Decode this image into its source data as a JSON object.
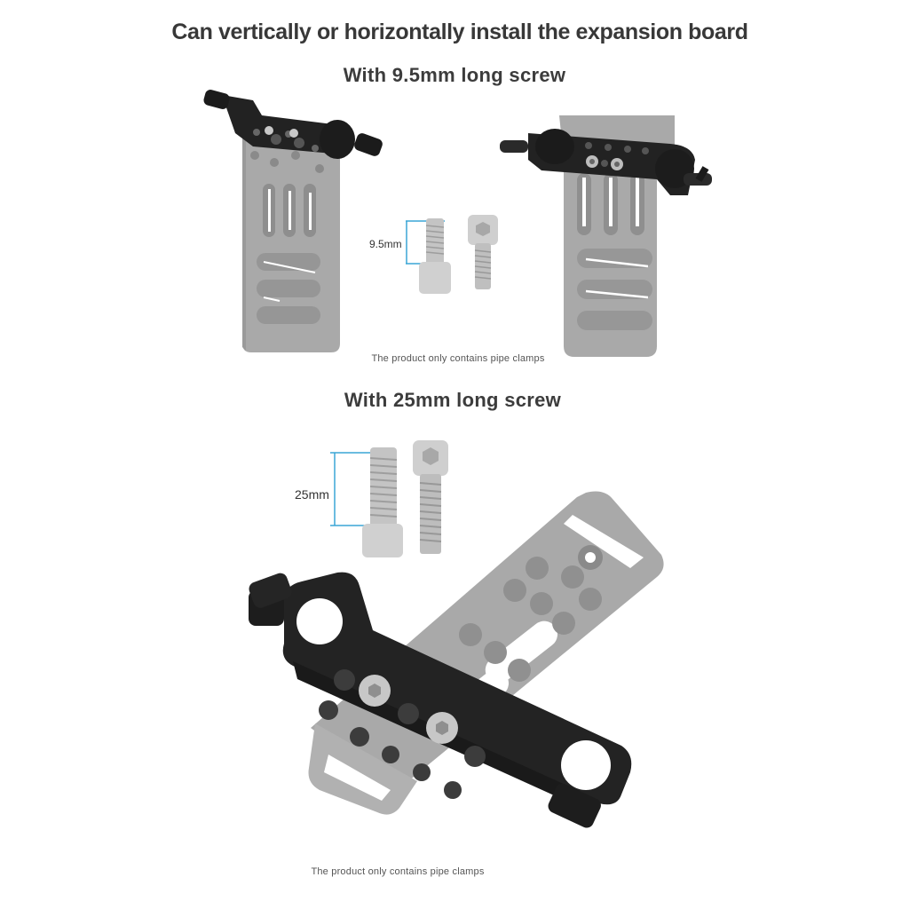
{
  "page": {
    "title": "Can vertically or horizontally install the expansion board"
  },
  "sections": [
    {
      "heading": "With 9.5mm long screw",
      "dimension_label": "9.5mm",
      "caption": "The product only contains pipe clamps",
      "images": [
        "vertical-install-clamp-on-plate",
        "screw-pair-9.5mm",
        "horizontal-install-clamp-on-plate"
      ]
    },
    {
      "heading": "With 25mm long screw",
      "dimension_label": "25mm",
      "caption": "The product only contains pipe clamps",
      "images": [
        "screw-pair-25mm",
        "clamp-on-plate-angled"
      ]
    }
  ],
  "colors": {
    "dimension_line": "#3aa6d6",
    "plate_gray": "#a7a7a7",
    "clamp_black": "#1e1e1e",
    "screw_silver": "#c9c9c9",
    "text": "#383838"
  }
}
